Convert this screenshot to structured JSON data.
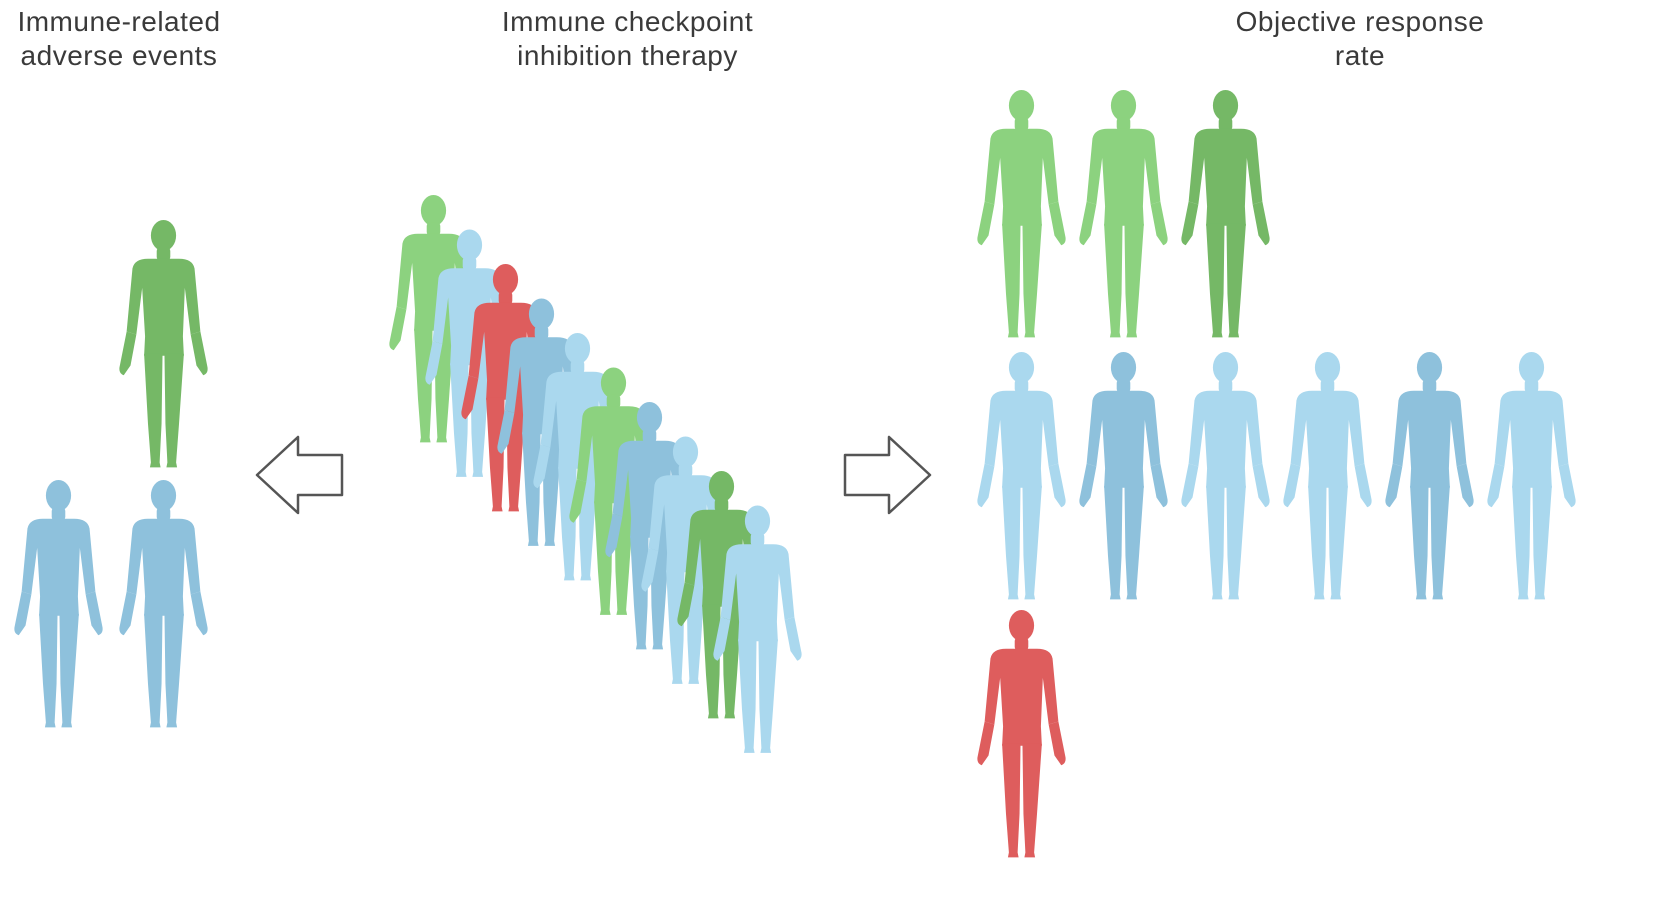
{
  "labels": {
    "adverse_events": "Immune-related\nadverse events",
    "therapy": "Immune checkpoint\ninhibition therapy",
    "response_rate": "Objective response\nrate"
  },
  "colors": {
    "green": "#8cd27f",
    "green_dark": "#75b866",
    "blue": "#aad8ee",
    "blue_dark": "#8ec1dc",
    "red": "#de5d5d",
    "arrow_stroke": "#555555"
  },
  "groups": {
    "adverse_events": [
      "green_dark",
      "blue_dark",
      "blue_dark"
    ],
    "therapy_queue": [
      "green",
      "blue",
      "red",
      "blue_dark",
      "blue",
      "green",
      "blue_dark",
      "blue",
      "green_dark",
      "blue"
    ],
    "response_rate": [
      [
        "green",
        "green",
        "green_dark"
      ],
      [
        "blue",
        "blue_dark",
        "blue",
        "blue",
        "blue_dark",
        "blue"
      ],
      [
        "red"
      ]
    ]
  },
  "icons": {
    "left_arrow": "arrow-left-icon",
    "right_arrow": "arrow-right-icon",
    "person": "person-silhouette-icon"
  }
}
